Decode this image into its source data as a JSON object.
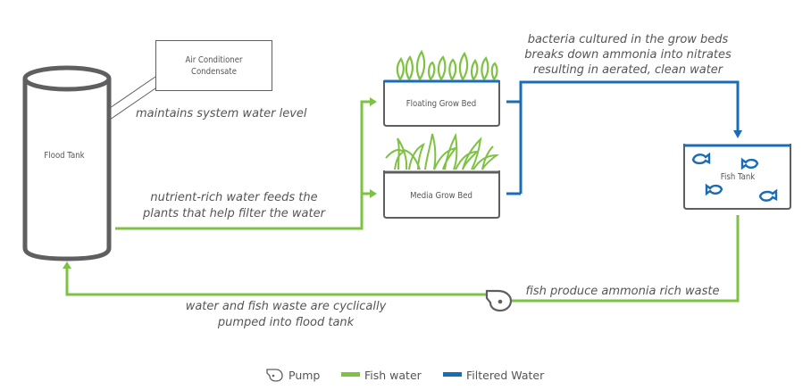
{
  "diagram": {
    "nodes": {
      "flood_tank": "Flood Tank",
      "ac_condensate": [
        "Air Conditioner",
        "Condensate"
      ],
      "floating_grow_bed": "Floating Grow Bed",
      "media_grow_bed": "Media Grow Bed",
      "fish_tank": "Fish Tank"
    },
    "annotations": {
      "condensate": "maintains system water level",
      "feed": [
        "nutrient-rich water feeds the",
        "plants that help filter the water"
      ],
      "bacteria": [
        "bacteria cultured in the grow beds",
        "breaks down ammonia into nitrates",
        "resulting in aerated, clean water"
      ],
      "fish_waste": "fish produce ammonia rich waste",
      "pumped": [
        "water and fish waste are cyclically",
        "pumped into flood tank"
      ]
    },
    "flows": [
      {
        "from": "ac_condensate",
        "to": "flood_tank",
        "type": "condensate"
      },
      {
        "from": "flood_tank",
        "to": "floating_grow_bed",
        "type": "fish_water"
      },
      {
        "from": "flood_tank",
        "to": "media_grow_bed",
        "type": "fish_water"
      },
      {
        "from": "floating_grow_bed",
        "to": "fish_tank",
        "type": "filtered_water"
      },
      {
        "from": "media_grow_bed",
        "to": "fish_tank",
        "type": "filtered_water"
      },
      {
        "from": "fish_tank",
        "to": "pump",
        "type": "fish_water"
      },
      {
        "from": "pump",
        "to": "flood_tank",
        "type": "fish_water"
      }
    ]
  },
  "legend": {
    "pump": "Pump",
    "fish_water": "Fish water",
    "filtered_water": "Filtered Water"
  },
  "colors": {
    "fish_water": "#7dc242",
    "filtered_water": "#1a6cb5",
    "outline": "#5f5f61",
    "plant": "#7dc242"
  }
}
